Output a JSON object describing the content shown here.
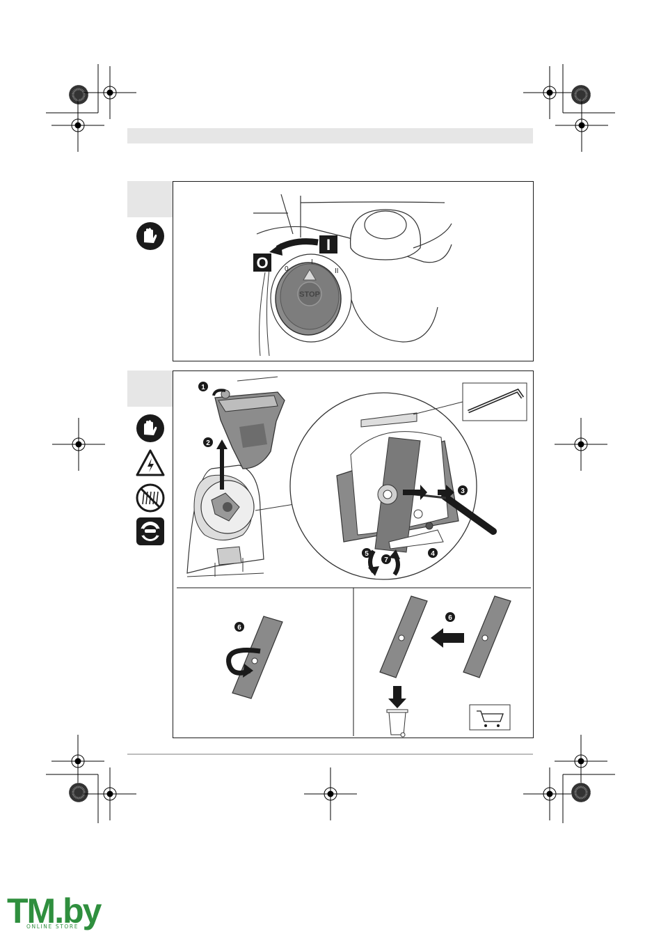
{
  "switch_figure": {
    "stop_label": "STOP",
    "off_symbol": "O",
    "on_symbol": "I",
    "position_off": "0",
    "position_one": "I",
    "position_two": "II"
  },
  "blade_figure": {
    "steps": [
      "1",
      "2",
      "3",
      "4",
      "5",
      "7"
    ]
  },
  "turn_figure": {
    "step": "6"
  },
  "replace_figure": {
    "step": "6"
  },
  "brand": {
    "name": "TM.by",
    "tagline": "ONLINE STORE"
  },
  "icons": {
    "figure1_symbols": [
      "gloves-icon"
    ],
    "figure2_symbols": [
      "gloves-icon",
      "electric-shock-warning-icon",
      "no-rain-icon",
      "ear-eye-protection-icon"
    ],
    "disposal": "trash-bin-icon",
    "purchase": "shopping-cart-icon"
  },
  "colors": {
    "header_band": "#e6e6e6",
    "ink": "#1a1a1a",
    "brand_green": "#2f8f3e"
  }
}
